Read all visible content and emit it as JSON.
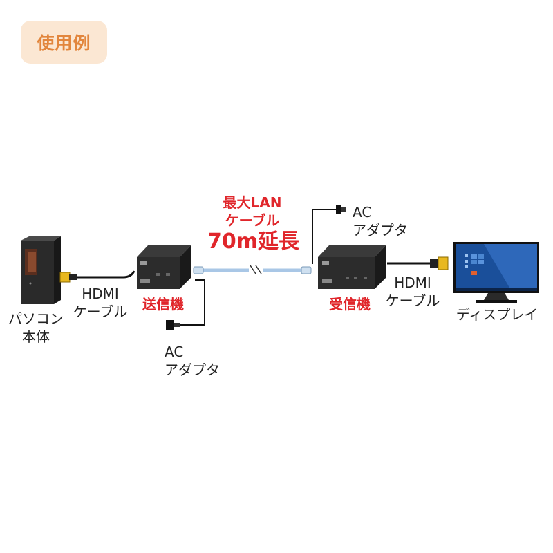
{
  "badge": "使用例",
  "length": {
    "line1": "最大LAN",
    "line2": "ケーブル",
    "line3": "70m延長"
  },
  "pc": {
    "line1": "パソコン",
    "line2": "本体"
  },
  "hdmi_left": {
    "line1": "HDMI",
    "line2": "ケーブル"
  },
  "transmitter": "送信機",
  "ac_left": {
    "line1": "AC",
    "line2": "アダプタ"
  },
  "ac_right": {
    "line1": "AC",
    "line2": "アダプタ"
  },
  "receiver": "受信機",
  "hdmi_right": {
    "line1": "HDMI",
    "line2": "ケーブル"
  },
  "display": "ディスプレイ",
  "colors": {
    "accent_red": "#e0262b",
    "badge_bg": "#fbe7d3",
    "badge_text": "#e2863d",
    "hdmi_plug": "#e8b820",
    "lan_cable": "#a9c7e6"
  }
}
